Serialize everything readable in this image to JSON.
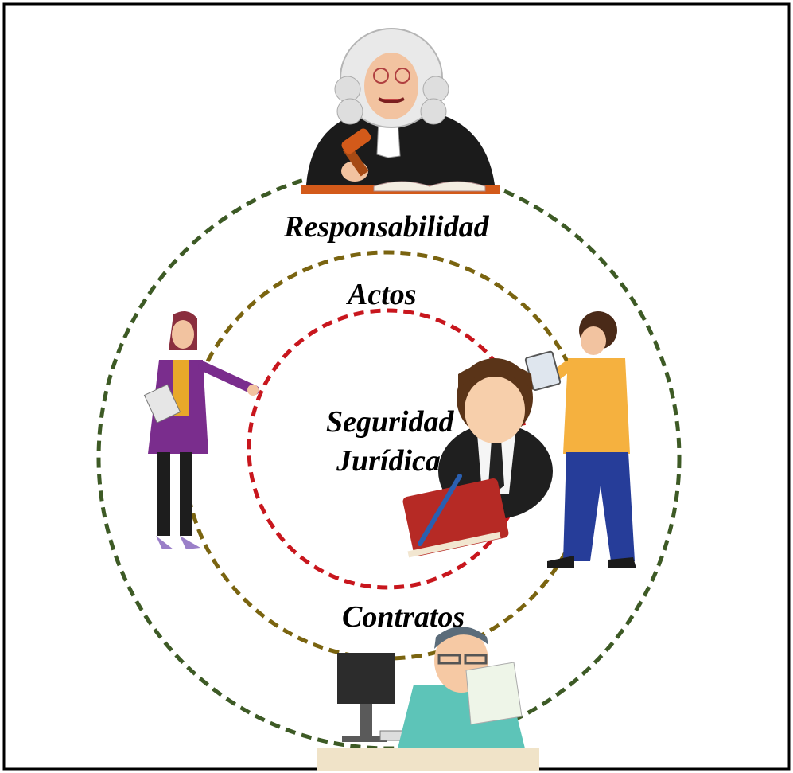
{
  "labels": {
    "outer": "Responsabilidad",
    "middle": "Actos",
    "inner_line1": "Seguridad",
    "inner_line2": "Jurídica",
    "bottom": "Contratos"
  },
  "colors": {
    "outer_ring": "#3d5a25",
    "middle_ring": "#7a6410",
    "inner_ring": "#c8161d",
    "border": "#000000",
    "label_text": "#000000"
  },
  "figures": [
    {
      "id": "judge",
      "icon": "judge-with-gavel-illustration"
    },
    {
      "id": "woman",
      "icon": "businesswoman-with-clipboard-illustration"
    },
    {
      "id": "man-tablet",
      "icon": "man-with-tablet-illustration"
    },
    {
      "id": "businessman",
      "icon": "businessman-with-folder-and-pen-icon"
    },
    {
      "id": "office-worker",
      "icon": "office-worker-at-computer-illustration"
    }
  ]
}
